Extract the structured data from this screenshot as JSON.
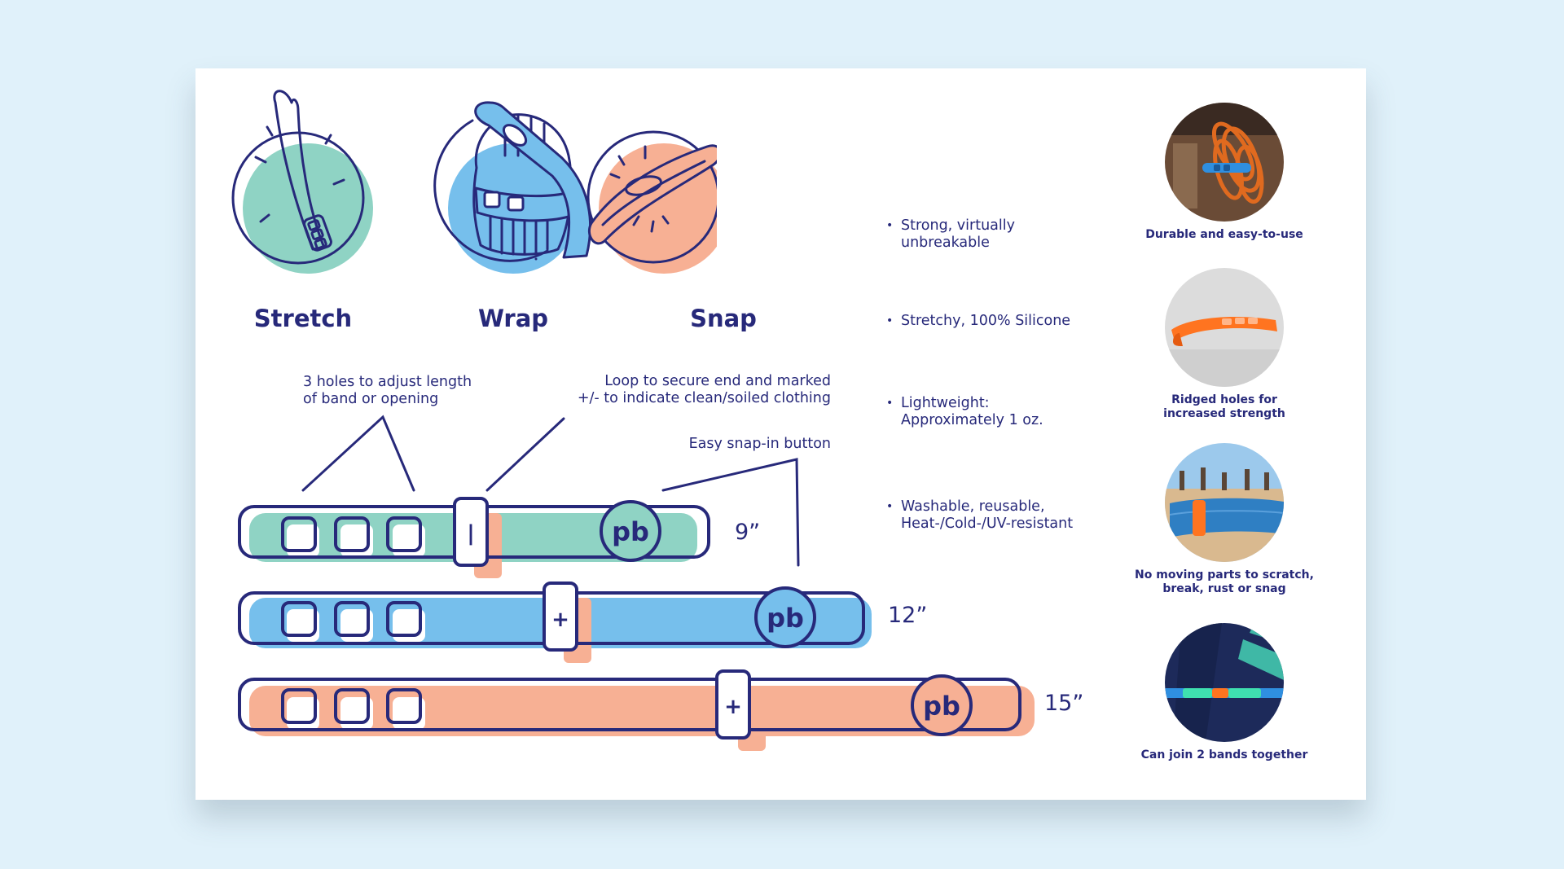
{
  "colors": {
    "background": "#e0f1fa",
    "card": "#ffffff",
    "ink": "#27297a",
    "teal": "#8fd3c4",
    "blue": "#76bfec",
    "salmon": "#f7b094"
  },
  "features": [
    {
      "label": "Stretch",
      "icon": "stretch-icon"
    },
    {
      "label": "Wrap",
      "icon": "wrap-icon"
    },
    {
      "label": "Snap",
      "icon": "snap-icon"
    }
  ],
  "callouts": {
    "holes": [
      "3 holes to adjust length",
      "of band or opening"
    ],
    "loop": [
      "Loop to secure end and marked",
      "+/- to indicate clean/soiled clothing"
    ],
    "button": "Easy snap-in button"
  },
  "bands": [
    {
      "size": "9”",
      "color": "teal",
      "loop_symbol": "|",
      "logo": "pb"
    },
    {
      "size": "12”",
      "color": "blue",
      "loop_symbol": "+",
      "logo": "pb"
    },
    {
      "size": "15”",
      "color": "salmon",
      "loop_symbol": "+",
      "logo": "pb"
    }
  ],
  "bullets": [
    [
      "Strong, virtually",
      "unbreakable"
    ],
    [
      "Stretchy, 100% Silicone"
    ],
    [
      "Lightweight:",
      "Approximately 1 oz."
    ],
    [
      "Washable, reusable,",
      "Heat-/Cold-/UV-resistant"
    ]
  ],
  "photos": [
    {
      "caption": [
        "Durable and easy-to-use"
      ],
      "icon": "extension-cord-photo"
    },
    {
      "caption": [
        "Ridged holes for",
        "increased strength"
      ],
      "icon": "orange-band-photo"
    },
    {
      "caption": [
        "No moving parts to scratch,",
        "break, rust or snag"
      ],
      "icon": "beach-mat-photo"
    },
    {
      "caption": [
        "Can join 2 bands together"
      ],
      "icon": "joined-bands-photo"
    }
  ]
}
